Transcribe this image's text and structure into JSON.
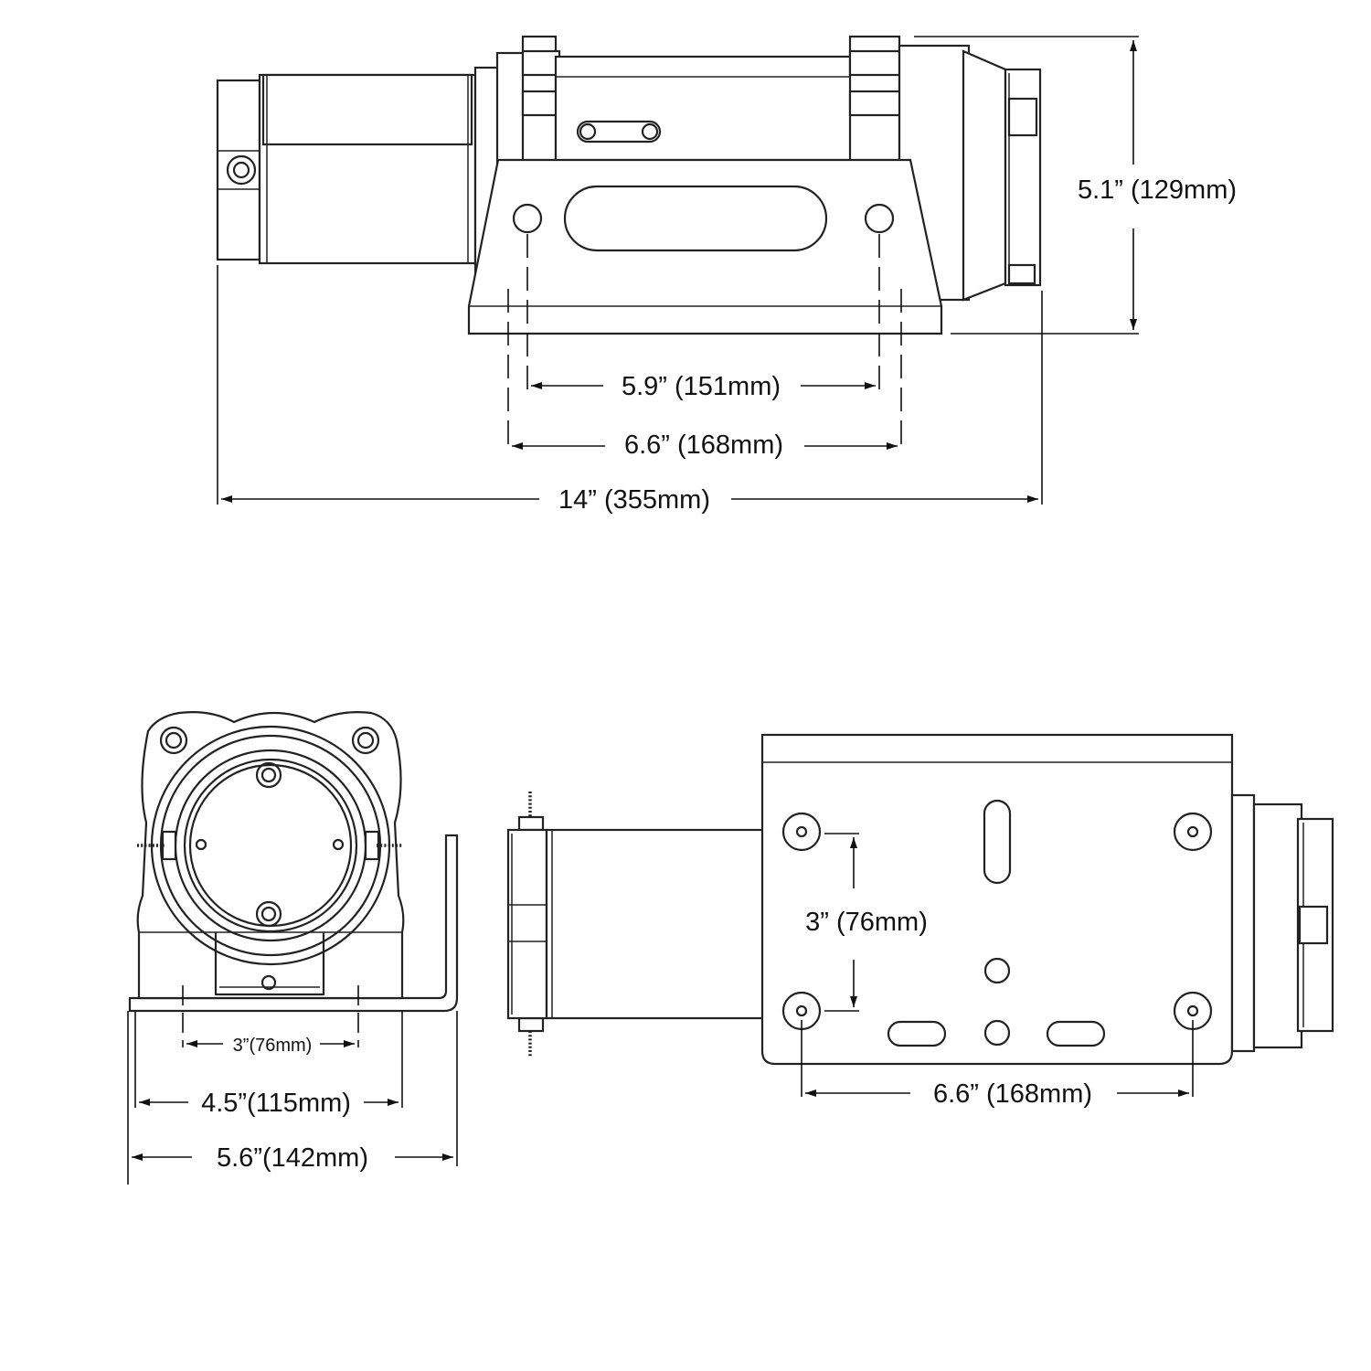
{
  "top_view": {
    "height_label": "5.1” (129mm)",
    "inner_hole_spacing_label": "5.9” (151mm)",
    "outer_spacing_label": "6.6” (168mm)",
    "overall_length_label": "14” (355mm)"
  },
  "end_view": {
    "hole_spacing_label": "3”(76mm)",
    "base_width_label": "4.5”(115mm)",
    "overall_width_label": "5.6”(142mm)"
  },
  "bottom_view": {
    "vertical_spacing_label": "3” (76mm)",
    "horizontal_spacing_label": "6.6” (168mm)"
  }
}
